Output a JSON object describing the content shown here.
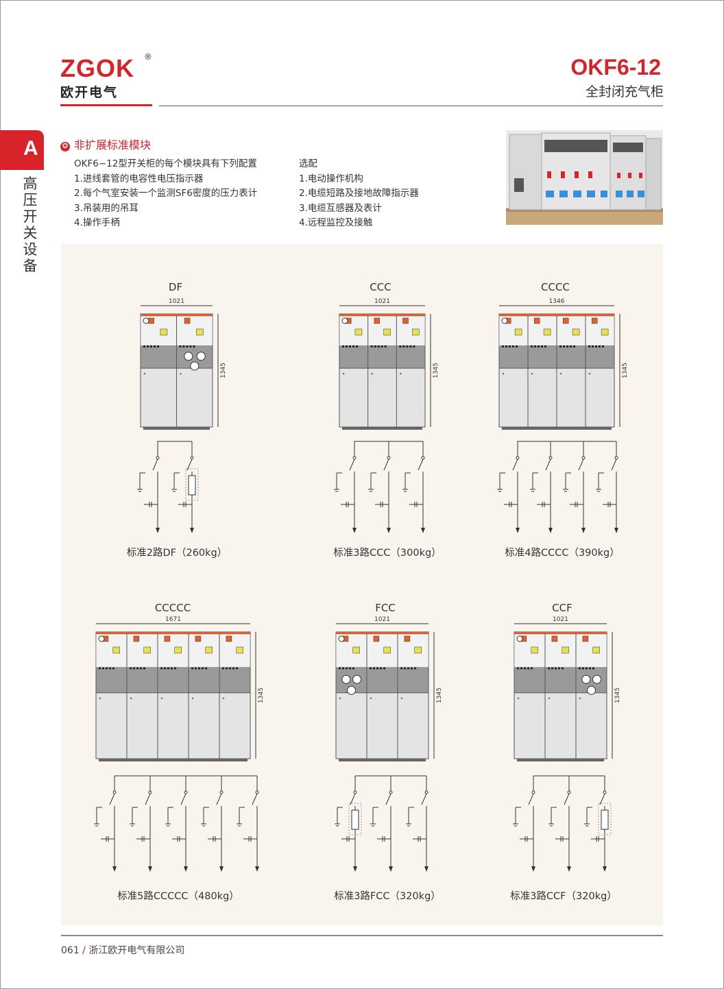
{
  "brand": {
    "name": "ZGOK",
    "registered": "®",
    "cn": "欧开电气"
  },
  "product": {
    "model": "OKF6-12",
    "subtitle": "全封闭充气柜"
  },
  "side_tab": {
    "letter": "A",
    "category": "高压开关设备"
  },
  "section": {
    "title": "非扩展标准模块"
  },
  "config": {
    "heading": "OKF6−12型开关柜的每个模块具有下列配置",
    "items": [
      "1.进线套管的电容性电压指示器",
      "2.每个气室安装一个监测SF6密度的压力表计",
      "3.吊装用的吊耳",
      "4.操作手柄"
    ]
  },
  "options": {
    "heading": "选配",
    "items": [
      "1.电动操作机构",
      "2.电缆短路及接地故障指示器",
      "3.电缆互感器及表计",
      "4.远程监控及接触"
    ]
  },
  "units": [
    {
      "code": "DF",
      "width_label": "1021",
      "height_label": "1345",
      "caption": "标准2路DF（260kg）",
      "modules": "DF"
    },
    {
      "code": "CCC",
      "width_label": "1021",
      "height_label": "1345",
      "caption": "标准3路CCC（300kg）",
      "modules": "CCC"
    },
    {
      "code": "CCCC",
      "width_label": "1346",
      "height_label": "1345",
      "caption": "标准4路CCCC（390kg）",
      "modules": "CCCC"
    },
    {
      "code": "CCCCC",
      "width_label": "1671",
      "height_label": "1345",
      "caption": "标准5路CCCCC（480kg）",
      "modules": "CCCCC"
    },
    {
      "code": "FCC",
      "width_label": "1021",
      "height_label": "1345",
      "caption": "标准3路FCC（320kg）",
      "modules": "FCC"
    },
    {
      "code": "CCF",
      "width_label": "1021",
      "height_label": "1345",
      "caption": "标准3路CCF（320kg）",
      "modules": "CCF"
    }
  ],
  "footer": {
    "page": "061",
    "slash": " / ",
    "company": "浙江欧开电气有限公司"
  },
  "colors": {
    "accent": "#d8232a",
    "panel_bg": "#faf4ef",
    "cabinet_grey": "#9a9a9a",
    "cabinet_light": "#e4e4e4"
  }
}
